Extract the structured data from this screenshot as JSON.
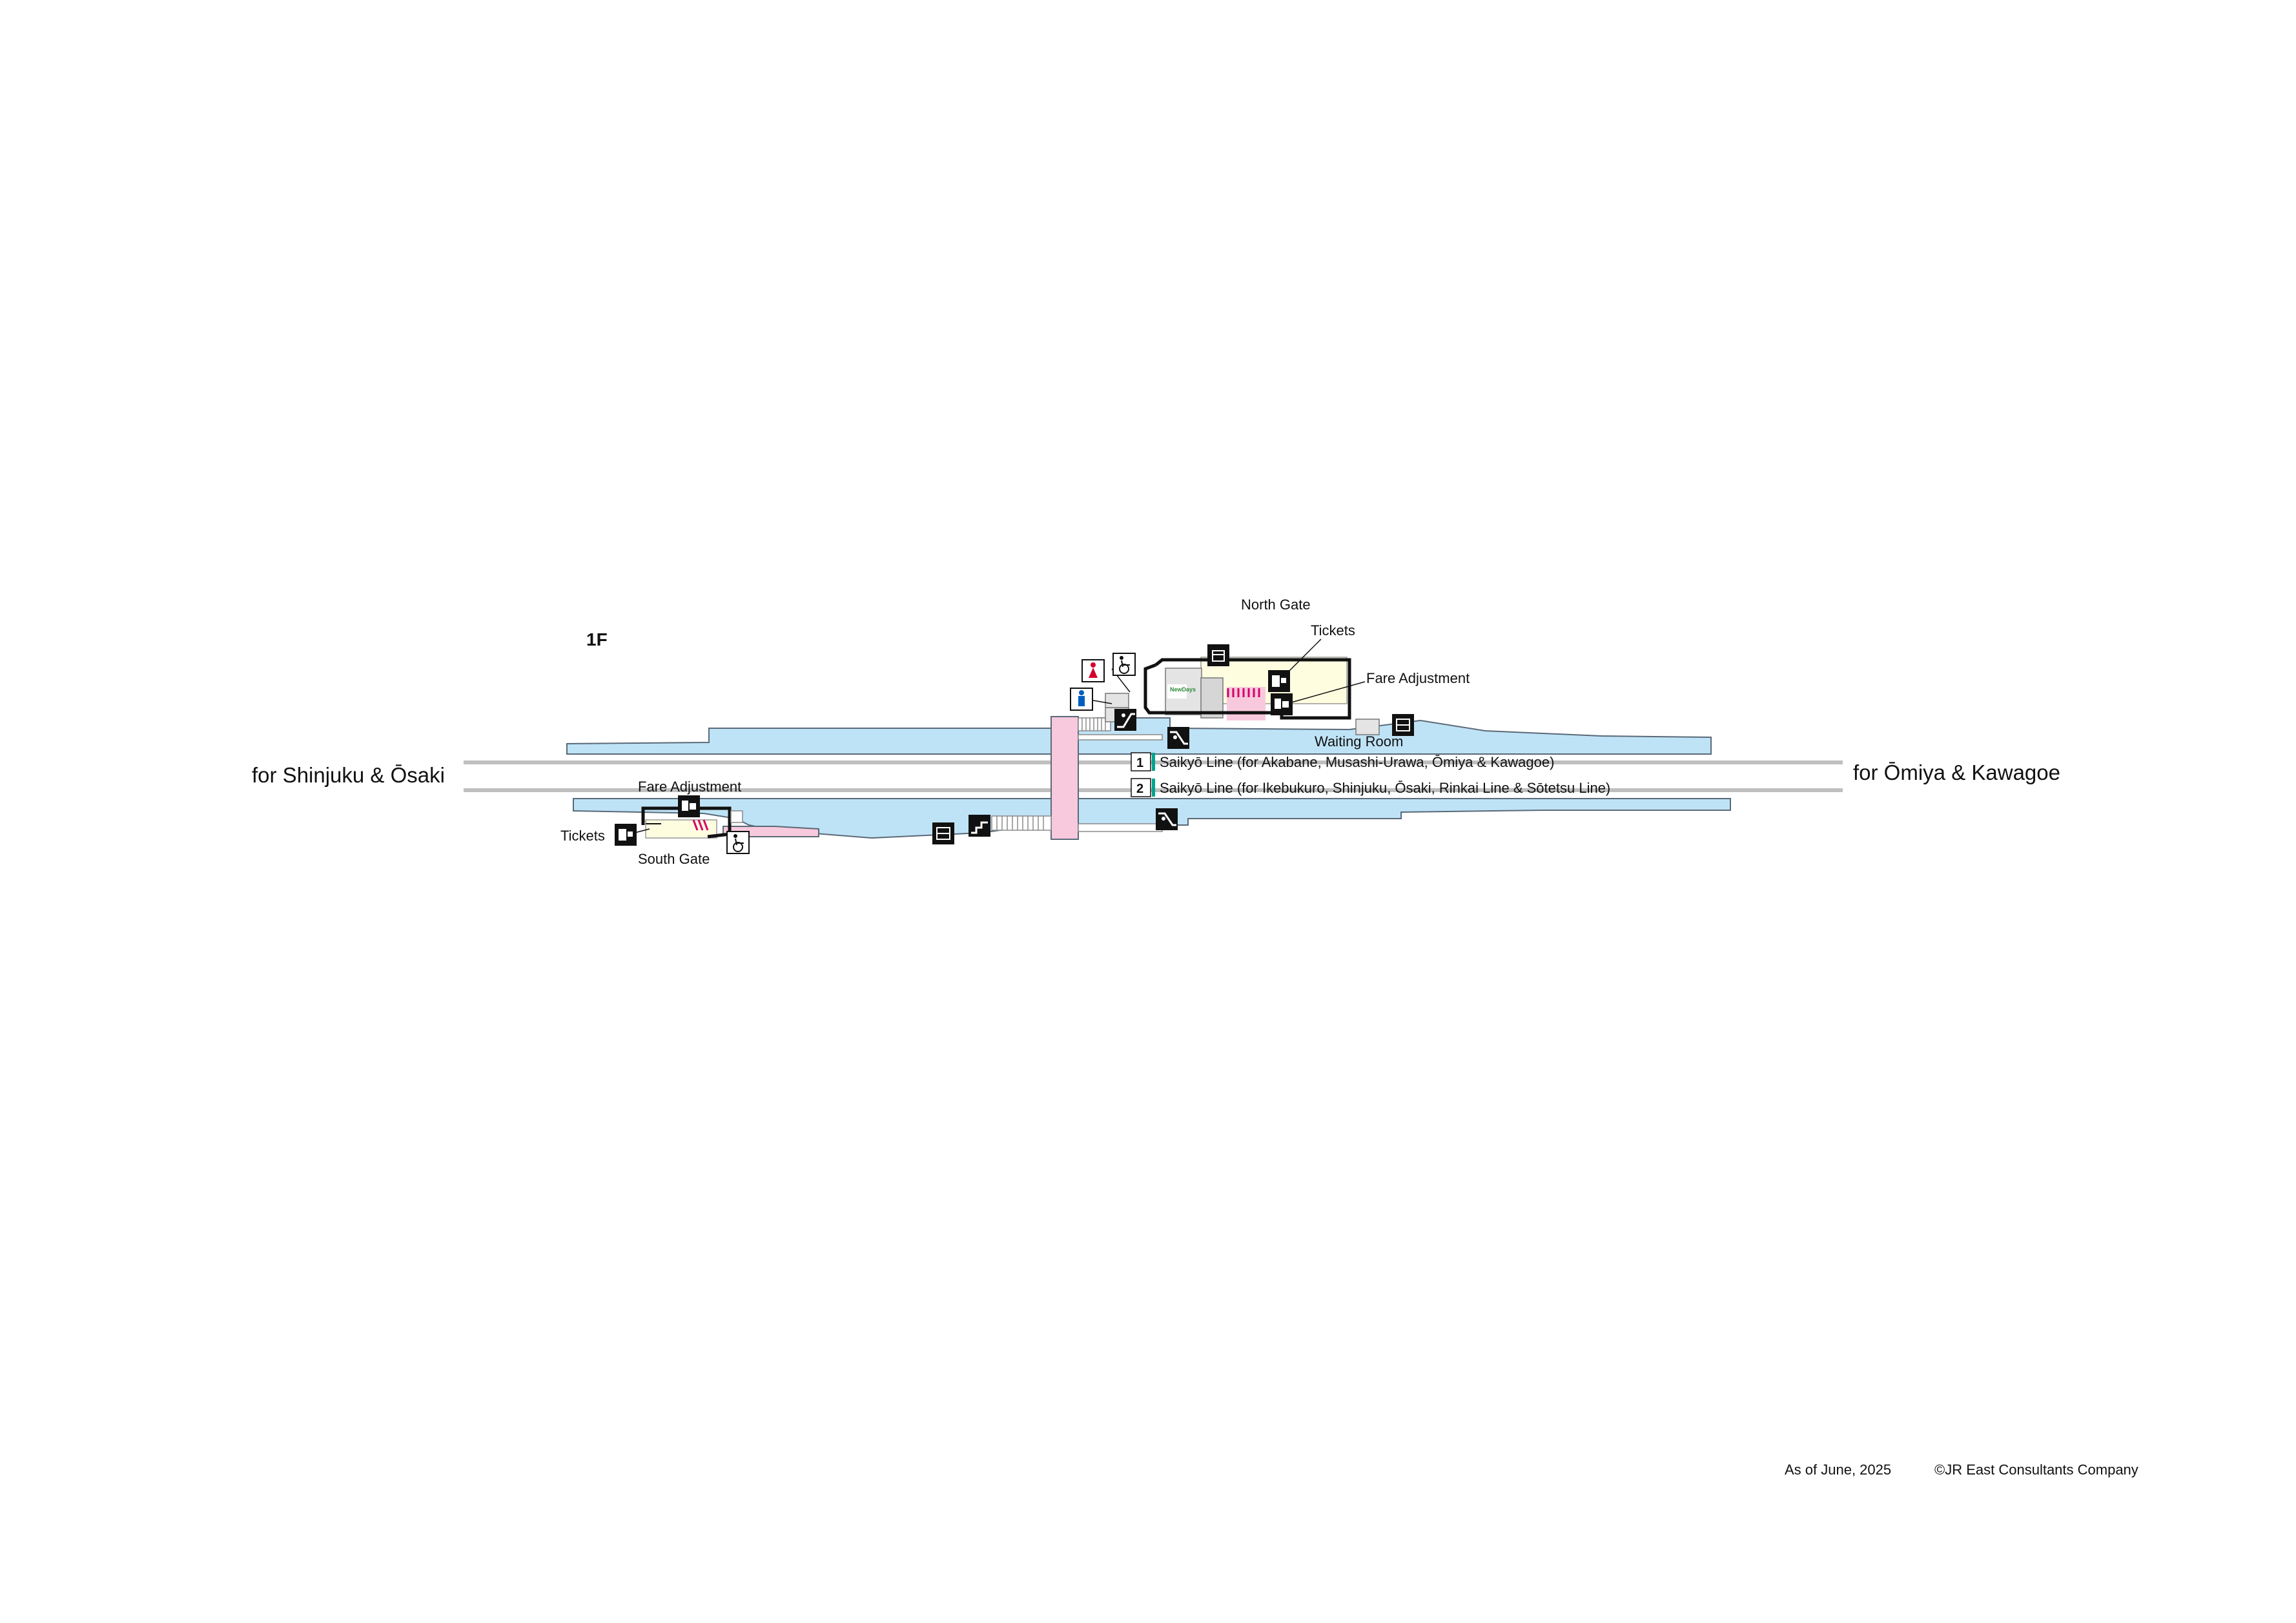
{
  "floor_label": "1F",
  "directions": {
    "left": "for Shinjuku & Ōsaki",
    "right": "for Ōmiya & Kawagoe"
  },
  "labels": {
    "north_gate": "North Gate",
    "tickets_north": "Tickets",
    "fare_adjustment_north": "Fare Adjustment",
    "waiting_room": "Waiting Room",
    "fare_adjustment_south": "Fare Adjustment",
    "tickets_south": "Tickets",
    "south_gate": "South Gate",
    "newdays_logo": "NewDays"
  },
  "tracks": [
    {
      "number": "1",
      "label": "Saikyō Line (for Akabane, Musashi-Urawa, Ōmiya & Kawagoe)"
    },
    {
      "number": "2",
      "label": "Saikyō Line (for Ikebukuro, Shinjuku, Ōsaki, Rinkai Line & Sōtetsu Line)"
    }
  ],
  "footer": {
    "as_of": "As of June, 2025",
    "copyright": "©JR East Consultants Company"
  },
  "colors": {
    "platform": "#bfe3f6",
    "concourse": "#f8c9dc",
    "gate_area": "#fffde0",
    "room": "#e4e4e4",
    "track_rail": "#bfbfbf",
    "line_accent": "#00a38c",
    "icon_bg": "#111111"
  },
  "icons": [
    "toilet-female-icon",
    "toilet-male-icon",
    "wheelchair-icon",
    "escalator-icon",
    "elevator-icon",
    "ticket-machine-icon",
    "fare-adjustment-icon",
    "stairs-icon",
    "locker-icon",
    "shop-icon"
  ]
}
